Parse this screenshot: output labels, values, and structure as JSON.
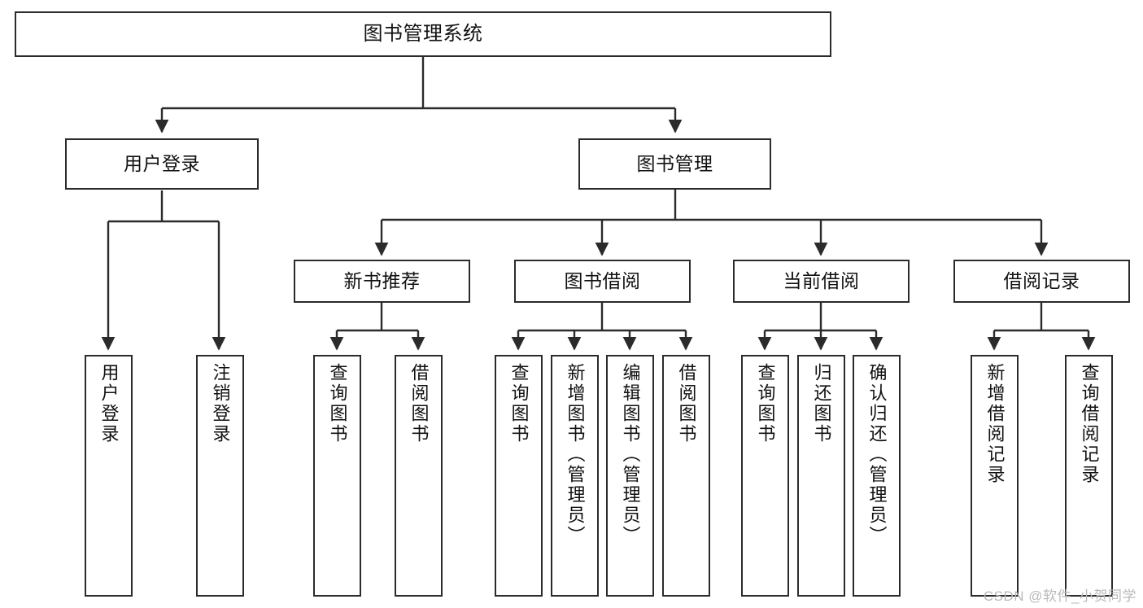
{
  "diagram": {
    "title": "图书管理系统",
    "type": "tree",
    "watermark": "CSDN @软件_小贺同学",
    "colors": {
      "box_border": "#2b2b2b",
      "box_fill": "#ffffff",
      "connector": "#2b2b2b",
      "text": "#111111",
      "watermark": "#b9b9b9"
    },
    "nodes": {
      "root": {
        "label": "图书管理系统",
        "level": 1
      },
      "l2": [
        {
          "id": "user-login",
          "label": "用户登录",
          "level": 2
        },
        {
          "id": "book-manage",
          "label": "图书管理",
          "level": 2
        }
      ],
      "l3": [
        {
          "id": "new-book-rec",
          "label": "新书推荐",
          "level": 3,
          "parent": "book-manage"
        },
        {
          "id": "book-borrow",
          "label": "图书借阅",
          "level": 3,
          "parent": "book-manage"
        },
        {
          "id": "current-borrow",
          "label": "当前借阅",
          "level": 3,
          "parent": "book-manage"
        },
        {
          "id": "borrow-record",
          "label": "借阅记录",
          "level": 3,
          "parent": "book-manage"
        }
      ],
      "leaves": [
        {
          "id": "leaf-user-login",
          "label": "用户登录",
          "parent": "user-login"
        },
        {
          "id": "leaf-logout",
          "label": "注销登录",
          "parent": "user-login"
        },
        {
          "id": "leaf-query-book-1",
          "label": "查询图书",
          "parent": "new-book-rec"
        },
        {
          "id": "leaf-borrow-book-1",
          "label": "借阅图书",
          "parent": "new-book-rec"
        },
        {
          "id": "leaf-query-book-2",
          "label": "查询图书",
          "parent": "book-borrow"
        },
        {
          "id": "leaf-add-book",
          "label": "新增图书（管理员）",
          "parent": "book-borrow"
        },
        {
          "id": "leaf-edit-book",
          "label": "编辑图书（管理员）",
          "parent": "book-borrow"
        },
        {
          "id": "leaf-borrow-book-2",
          "label": "借阅图书",
          "parent": "book-borrow"
        },
        {
          "id": "leaf-query-book-3",
          "label": "查询图书",
          "parent": "current-borrow"
        },
        {
          "id": "leaf-return-book",
          "label": "归还图书",
          "parent": "current-borrow"
        },
        {
          "id": "leaf-confirm-return",
          "label": "确认归还（管理员）",
          "parent": "current-borrow"
        },
        {
          "id": "leaf-add-record",
          "label": "新增借阅记录",
          "parent": "borrow-record"
        },
        {
          "id": "leaf-query-record",
          "label": "查询借阅记录",
          "parent": "borrow-record"
        }
      ]
    }
  }
}
